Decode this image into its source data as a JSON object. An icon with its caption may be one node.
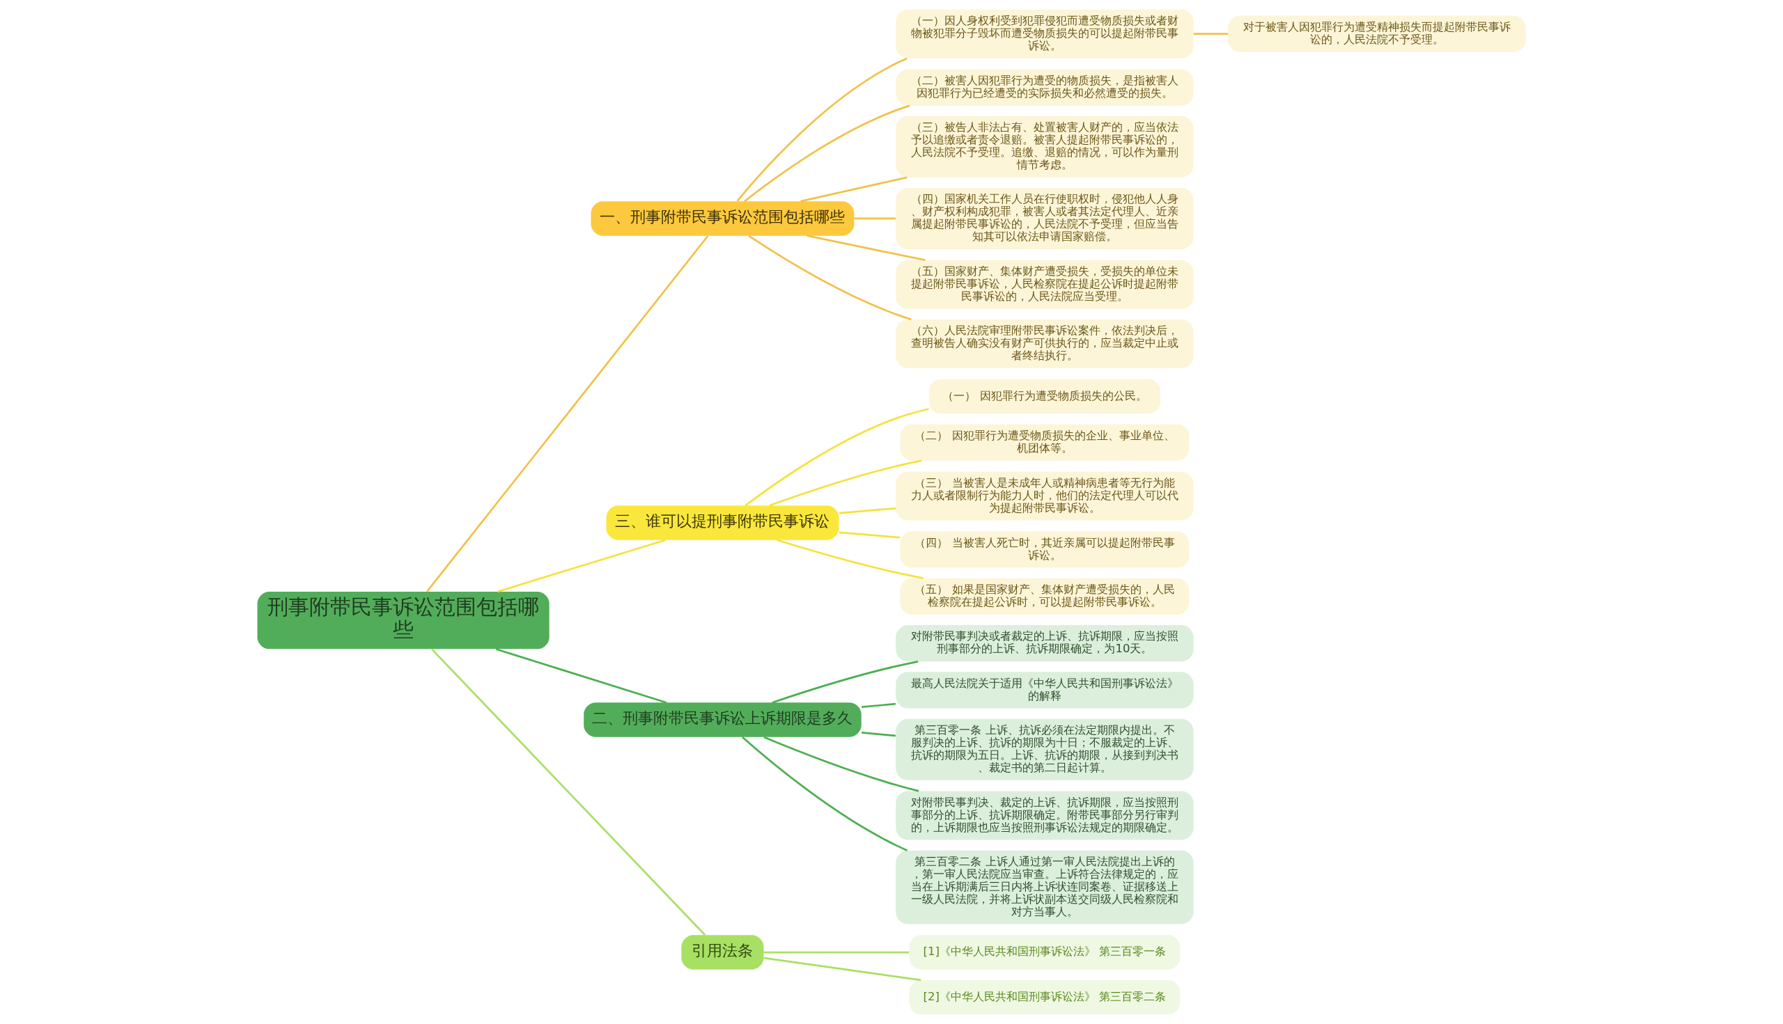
{
  "diagram": {
    "nodes": [
      {
        "text": [
          "刑事附带民事诉讼范围包括哪些"
        ]
      },
      {
        "text": [
          "一、刑事附带民事诉讼范围包括哪些"
        ]
      },
      {
        "text": [
          "（一）因人身权利受到犯罪侵犯而遭受物质损失或者财物被犯罪分子毁坏而遭受物质损失的可以提起附带民事诉讼。"
        ]
      },
      {
        "text": [
          "对于被害人因犯罪行为遭受精神损失而提起附带民事诉讼的，人民法院不予受理。"
        ]
      },
      {
        "text": [
          "（二）被害人因犯罪行为遭受的物质损失，是指被害人因犯罪行为已经遭受的实际损失和必然遭受的损失。"
        ]
      },
      {
        "text": [
          "（三）被告人非法占有、处置被害人财产的，应当依法予以追缴或者责令退赔。被害人提起附带民事诉讼的，人民法院不予受理。追缴、退赔的情况，可以作为量刑情节考虑。"
        ]
      },
      {
        "text": [
          "（四）国家机关工作人员在行使职权时，侵犯他人人身、财产权利构成犯罪，被害人或者其法定代理人、近亲属提起附带民事诉讼的，人民法院不予受理，但应当告知其可以依法申请国家赔偿。"
        ]
      },
      {
        "text": [
          "（五）国家财产、集体财产遭受损失，受损失的单位未提起附带民事诉讼，人民检察院在提起公诉时提起附带民事诉讼的，人民法院应当受理。"
        ]
      },
      {
        "text": [
          "（六）人民法院审理附带民事诉讼案件，依法判决后，查明被告人确实没有财产可供执行的，应当裁定中止或者终结执行。"
        ]
      },
      {
        "text": [
          "三、谁可以提刑事附带民事诉讼"
        ]
      },
      {
        "text": [
          "（一） 因犯罪行为遭受物质损失的公民。"
        ]
      },
      {
        "text": [
          "（二） 因犯罪行为遭受物质损失的企业、事业单位、机团体等。"
        ]
      },
      {
        "text": [
          "（三） 当被害人是未成年人或精神病患者等无行为能力人或者限制行为能力人时，他们的法定代理人可以代为提起附带民事诉讼。"
        ]
      },
      {
        "text": [
          "（四） 当被害人死亡时，其近亲属可以提起附带民事诉讼。"
        ]
      },
      {
        "text": [
          "（五） 如果是国家财产、集体财产遭受损失的，人民检察院在提起公诉时，可以提起附带民事诉讼。"
        ]
      },
      {
        "text": [
          "二、刑事附带民事诉讼上诉期限是多久"
        ]
      },
      {
        "text": [
          "对附带民事判决或者裁定的上诉、抗诉期限，应当按照刑事部分的上诉、抗诉期限确定，为10天。"
        ]
      },
      {
        "text": [
          "最高人民法院关于适用《中华人民共和国刑事诉讼法》的解释"
        ]
      },
      {
        "text": [
          "第三百零一条 上诉、抗诉必须在法定期限内提出。不服判决的上诉、抗诉的期限为十日；不服裁定的上诉、抗诉的期限为五日。上诉、抗诉的期限，从接到判决书、裁定书的第二日起计算。"
        ]
      },
      {
        "text": [
          "对附带民事判决、裁定的上诉、抗诉期限，应当按照刑事部分的上诉、抗诉期限确定。附带民事部分另行审判的，上诉期限也应当按照刑事诉讼法规定的期限确定。"
        ]
      },
      {
        "text": [
          "第三百零二条 上诉人通过第一审人民法院提出上诉的，第一审人民法院应当审查。上诉符合法律规定的，应当在上诉期满后三日内将上诉状连同案卷、证据移送上一级人民法院，并将上诉状副本送交同级人民检察院和对方当事人。"
        ]
      },
      {
        "text": [
          "引用法条"
        ]
      },
      {
        "text": [
          "[1]《中华人民共和国刑事诉讼法》 第三百零一条"
        ]
      },
      {
        "text": [
          "[2]《中华人民共和国刑事诉讼法》 第三百零二条"
        ]
      }
    ],
    "edges": [
      {
        "from": 0,
        "to": 1,
        "arrow": "none"
      },
      {
        "from": 1,
        "to": 2,
        "arrow": "none"
      },
      {
        "from": 2,
        "to": 3,
        "arrow": "none"
      },
      {
        "from": 1,
        "to": 4,
        "arrow": "none"
      },
      {
        "from": 1,
        "to": 5,
        "arrow": "none"
      },
      {
        "from": 1,
        "to": 6,
        "arrow": "none"
      },
      {
        "from": 1,
        "to": 7,
        "arrow": "none"
      },
      {
        "from": 1,
        "to": 8,
        "arrow": "none"
      },
      {
        "from": 0,
        "to": 9,
        "arrow": "none",
        "color": "#f5e23c"
      },
      {
        "from": 9,
        "to": 10,
        "arrow": "none",
        "color": "#f5e23c"
      },
      {
        "from": 9,
        "to": 11,
        "arrow": "none",
        "color": "#f5e23c"
      },
      {
        "from": 9,
        "to": 12,
        "arrow": "none",
        "color": "#f5e23c"
      },
      {
        "from": 9,
        "to": 13,
        "arrow": "none",
        "color": "#f5e23c"
      },
      {
        "from": 9,
        "to": 14,
        "arrow": "none",
        "color": "#f5e23c"
      },
      {
        "from": 0,
        "to": 15,
        "arrow": "none",
        "color": "#4caf50"
      },
      {
        "from": 15,
        "to": 16,
        "arrow": "none",
        "color": "#4caf50"
      },
      {
        "from": 15,
        "to": 17,
        "arrow": "none",
        "color": "#4caf50"
      },
      {
        "from": 15,
        "to": 18,
        "arrow": "none",
        "color": "#4caf50"
      },
      {
        "from": 15,
        "to": 19,
        "arrow": "none",
        "color": "#4caf50"
      },
      {
        "from": 15,
        "to": 20,
        "arrow": "none",
        "color": "#4caf50"
      },
      {
        "from": 0,
        "to": 21,
        "arrow": "none",
        "color": "#a8e063"
      },
      {
        "from": 21,
        "to": 22,
        "arrow": "none",
        "color": "#a8e063"
      },
      {
        "from": 21,
        "to": 23,
        "arrow": "none",
        "color": "#a8e063"
      }
    ]
  }
}
